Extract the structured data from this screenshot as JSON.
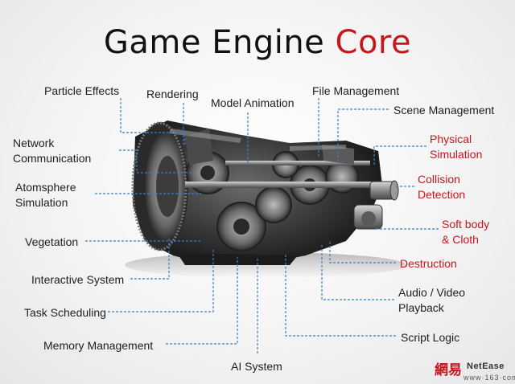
{
  "title": {
    "main": "Game Engine ",
    "accent": "Core"
  },
  "labels": {
    "particle_effects": "Particle Effects",
    "rendering": "Rendering",
    "model_animation": "Model Animation",
    "file_management": "File Management",
    "scene_management": "Scene Management",
    "network_line1": "Network",
    "network_line2": "Communication",
    "atmosphere_line1": "Atomsphere",
    "atmosphere_line2": "Simulation",
    "vegetation": "Vegetation",
    "interactive_system": "Interactive System",
    "task_scheduling": "Task Scheduling",
    "memory_management": "Memory Management",
    "ai_system": "AI System",
    "physical_line1": "Physical",
    "physical_line2": "Simulation",
    "collision_line1": "Collision",
    "collision_line2": "Detection",
    "softbody_line1": "Soft body",
    "softbody_line2": "& Cloth",
    "destruction": "Destruction",
    "audio_line1": "Audio / Video",
    "audio_line2": "Playback",
    "script_logic": "Script Logic"
  },
  "logo": {
    "chinese": "網易",
    "english": "NetEase",
    "url": "www·163·com"
  },
  "colors": {
    "accent": "#c8161d",
    "leader_line": "#3a7fc4"
  }
}
